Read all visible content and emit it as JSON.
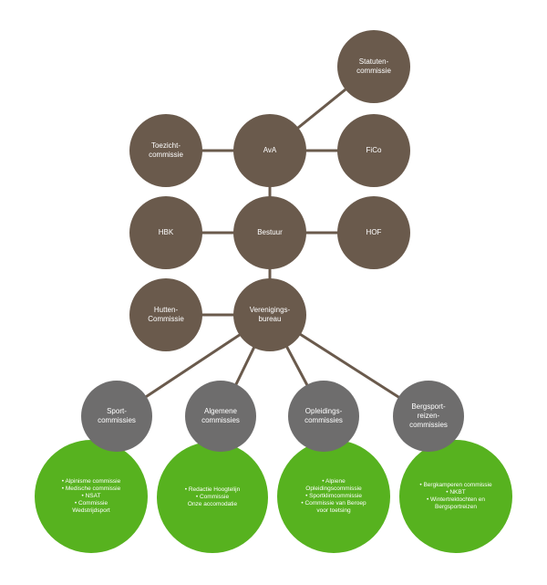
{
  "top_nodes": {
    "statuten": "Statuten-\ncommissie",
    "toezicht": "Toezicht-\ncommissie",
    "ava": "AvA",
    "fico": "FiCo",
    "hbk": "HBK",
    "bestuur": "Bestuur",
    "hof": "HOF",
    "hutten": "Hutten-\nCommissie",
    "bureau": "Verenigings-\nbureau"
  },
  "commission_groups": [
    {
      "title": "Sport-\ncommissies",
      "items": [
        "• Alpinisme commissie",
        "• Medische commissie",
        "• NSAT",
        "• Commissie\nWedstrijdsport"
      ]
    },
    {
      "title": "Algemene\ncommissies",
      "items": [
        "• Redactie Hoogtelijn",
        "• Commissie\nOnze accomodatie"
      ]
    },
    {
      "title": "Opleidings-\ncommissies",
      "items": [
        "• Alpiene\nOpleidingscommissie",
        "• Sportklimcommissie",
        "• Commissie van Beroep\nvoor toetsing"
      ]
    },
    {
      "title": "Bergsport-\nreizen-\ncommissies",
      "items": [
        "• Bergkamperen commissie",
        "• NKBT",
        "• Wintertrektochten en\nBergsportreizen"
      ]
    }
  ],
  "colors": {
    "brown": "#6a5a4c",
    "gray": "#6e6d6d",
    "green": "#57b21f",
    "connector": "#6a5a4c"
  }
}
